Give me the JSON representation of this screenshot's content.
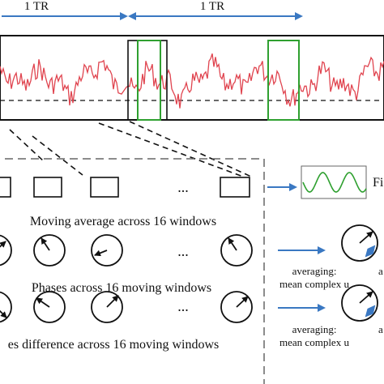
{
  "tr_labels": {
    "first": "1 TR",
    "second": "1 TR"
  },
  "rows": {
    "moving_average": "Moving average across 16 windows",
    "phases": "Phases across 16 moving windows",
    "phase_difference": "es difference across 16 moving windows"
  },
  "ellipsis": "...",
  "filtered_label": "Fi",
  "averaging": {
    "line1": "averaging:",
    "line2": "mean complex u",
    "cut_text": "a"
  },
  "colors": {
    "signal": "#e0444f",
    "window_highlight": "#2fa030",
    "arrow": "#3a78c2",
    "outline": "#111111",
    "dashed": "#555555"
  }
}
